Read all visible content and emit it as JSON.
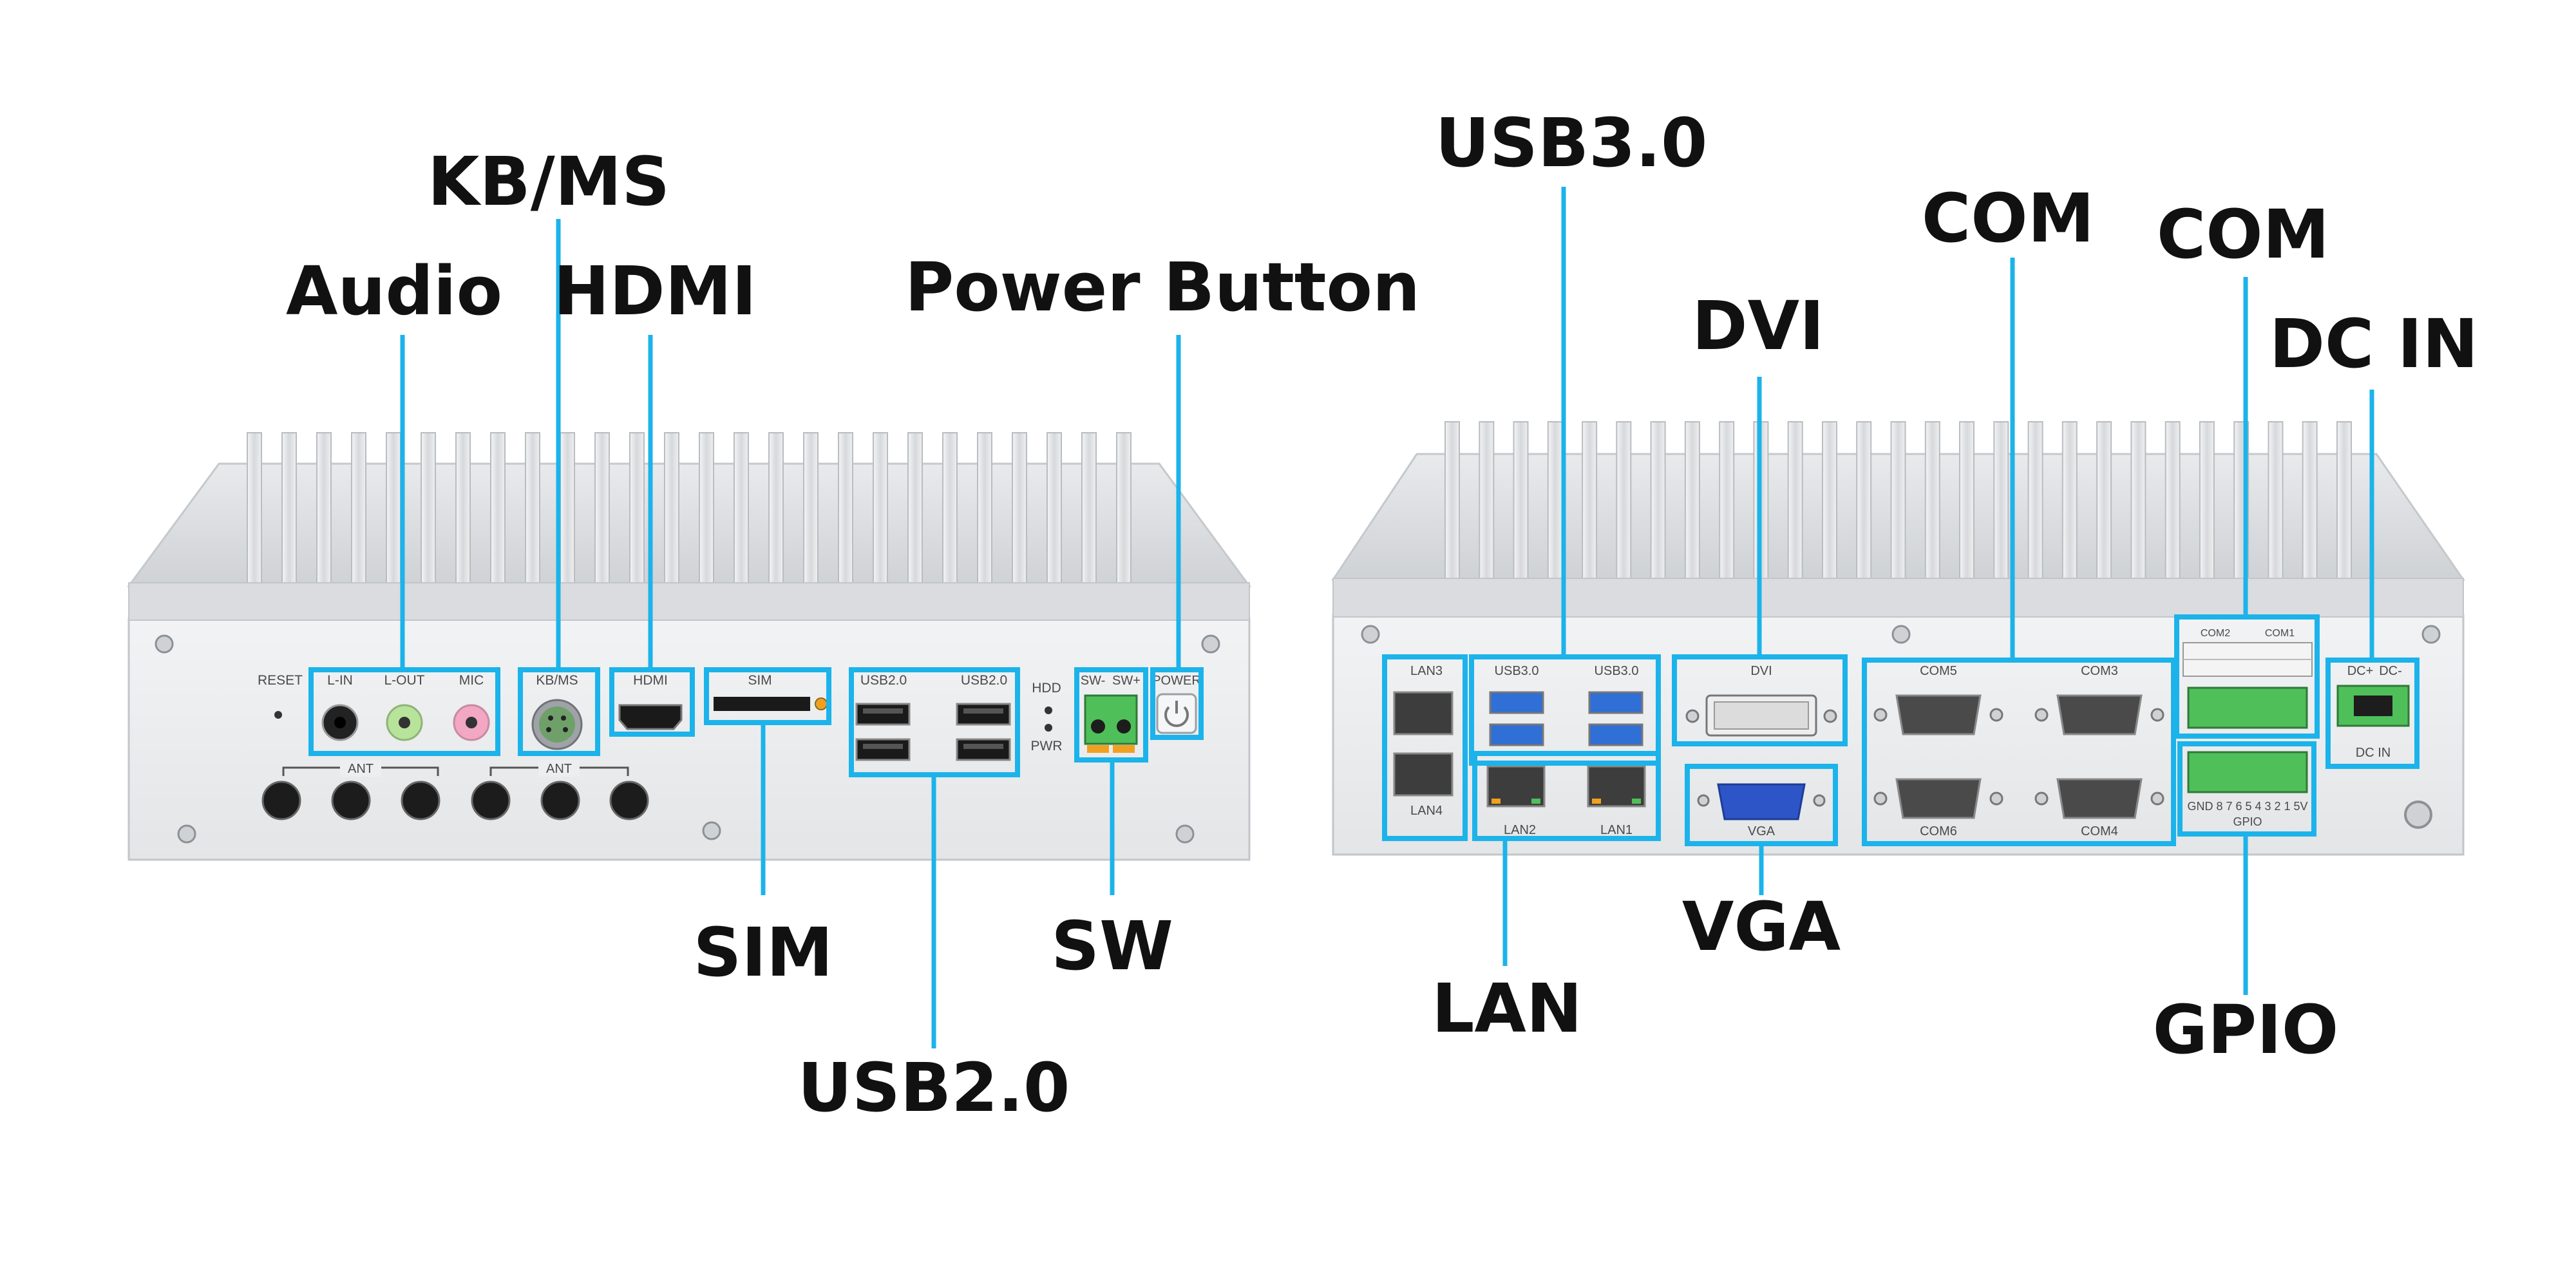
{
  "callouts": {
    "audio": "Audio",
    "kbms": "KB/MS",
    "hdmi": "HDMI",
    "power_button": "Power Button",
    "sim": "SIM",
    "sw": "SW",
    "usb20": "USB2.0",
    "usb30": "USB3.0",
    "dvi": "DVI",
    "com_a": "COM",
    "com_b": "COM",
    "dc_in": "DC IN",
    "lan": "LAN",
    "vga": "VGA",
    "gpio": "GPIO"
  },
  "front_labels": {
    "reset": "RESET",
    "l_in": "L-IN",
    "l_out": "L-OUT",
    "mic": "MIC",
    "kbms": "KB/MS",
    "hdmi": "HDMI",
    "sim": "SIM",
    "usb20_a": "USB2.0",
    "usb20_b": "USB2.0",
    "hdd": "HDD",
    "pwr": "PWR",
    "sw_minus": "SW-",
    "sw_plus": "SW+",
    "power": "POWER",
    "ant_a": "ANT",
    "ant_b": "ANT"
  },
  "rear_labels": {
    "lan3": "LAN3",
    "lan4": "LAN4",
    "lan2": "LAN2",
    "lan1": "LAN1",
    "usb30_a": "USB3.0",
    "usb30_b": "USB3.0",
    "dvi": "DVI",
    "vga": "VGA",
    "com5": "COM5",
    "com3": "COM3",
    "com6": "COM6",
    "com4": "COM4",
    "com2": "COM2",
    "com1": "COM1",
    "dc_plus": "DC+",
    "dc_minus": "DC-",
    "dc_in": "DC IN",
    "gpio_pins": "GND 8 7 6 5 4 3 2 1 5V",
    "gpio": "GPIO"
  },
  "colors": {
    "highlight": "#1cb3ea",
    "chassis": "#e9eaec",
    "terminal_green": "#4fbf5a",
    "usb3_blue": "#2f6fd6",
    "vga_blue": "#2d55c8",
    "orange": "#f0a020"
  }
}
